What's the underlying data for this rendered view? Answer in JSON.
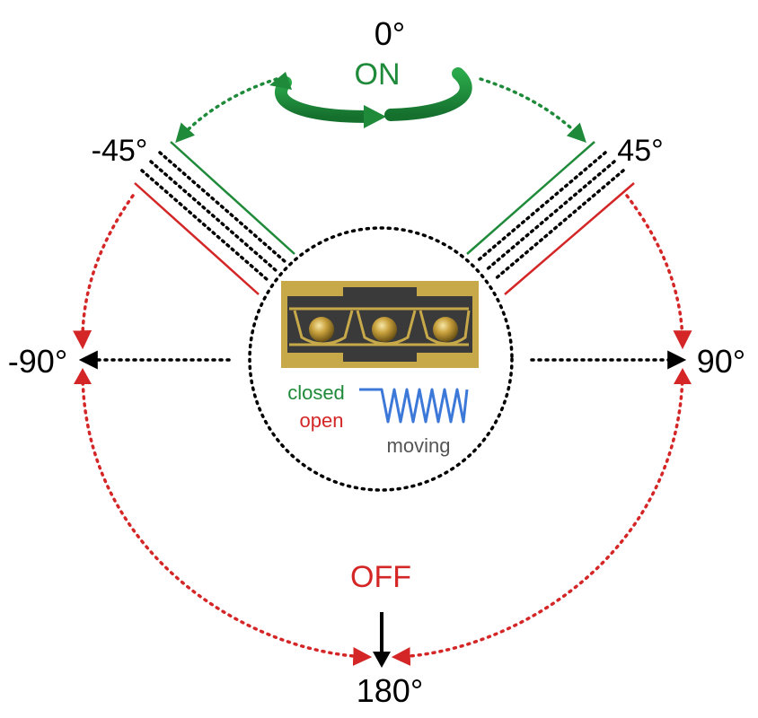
{
  "angles": {
    "top": "0°",
    "upper_left": "-45°",
    "upper_right": "45°",
    "left": "-90°",
    "right": "90°",
    "bottom": "180°"
  },
  "states": {
    "on": "ON",
    "off": "OFF"
  },
  "legend": {
    "closed": "closed",
    "open": "open",
    "moving": "moving"
  },
  "colors": {
    "on": "#1f8a3a",
    "off": "#d42626",
    "neutral": "#000000",
    "signal": "#3b78d8",
    "gold": "#c8a94a",
    "device_body": "#3a3a3a",
    "moving_text": "#555555"
  },
  "icons": {
    "rotation": "rotation-arrow-icon",
    "sensor": "tilt-sensor-icon",
    "signal": "square-wave-icon"
  }
}
